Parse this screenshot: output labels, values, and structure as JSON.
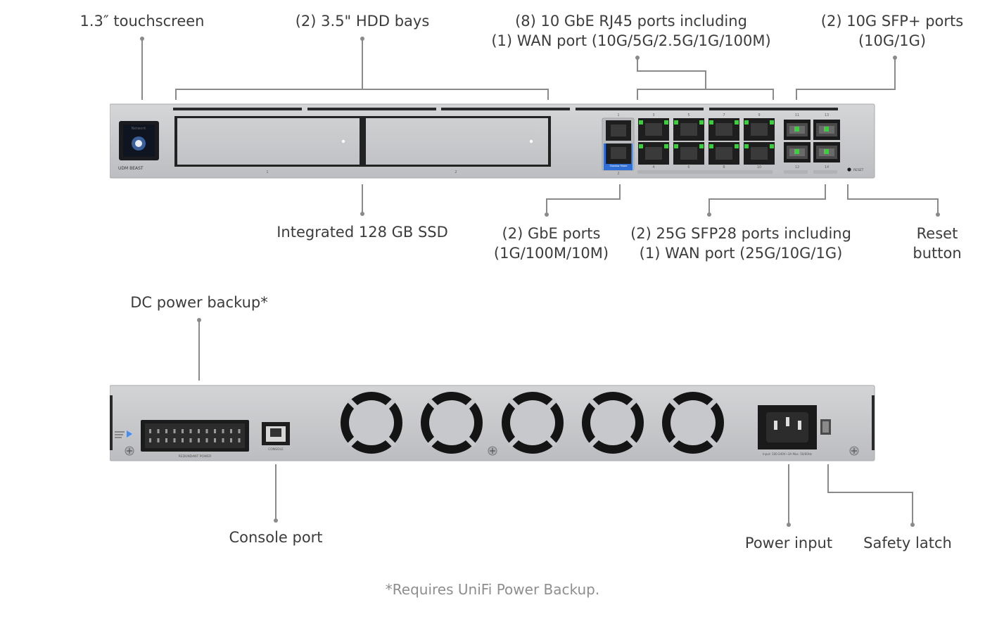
{
  "front_labels": {
    "touchscreen": "1.3″ touchscreen",
    "hdd_bays": "(2) 3.5\" HDD bays",
    "rj45_line1": "(8) 10 GbE RJ45 ports including",
    "rj45_line2": "(1) WAN port (10G/5G/2.5G/1G/100M)",
    "sfp_plus_line1": "(2) 10G SFP+ ports",
    "sfp_plus_line2": "(10G/1G)",
    "ssd": "Integrated 128 GB SSD",
    "gbe_line1": "(2) GbE ports",
    "gbe_line2": "(1G/100M/10M)",
    "sfp28_line1": "(2) 25G SFP28 ports including",
    "sfp28_line2": "(1) WAN port (25G/10G/1G)",
    "reset_line1": "Reset",
    "reset_line2": "button"
  },
  "rear_labels": {
    "dc_power": "DC power backup*",
    "console": "Console port",
    "power_input": "Power input",
    "safety_latch": "Safety latch"
  },
  "footnote": "*Requires UniFi Power Backup.",
  "device_print": {
    "model": "UDM BEAST",
    "screen_app": "Network",
    "bay_1": "1",
    "bay_2": "2",
    "shadow_mode": "Shadow Mode",
    "port_nums_top": [
      "1",
      "3",
      "5",
      "7",
      "9"
    ],
    "port_nums_bottom": [
      "2",
      "4",
      "6",
      "8",
      "10"
    ],
    "sfp_nums_top": [
      "11",
      "13"
    ],
    "sfp_nums_bottom": [
      "12",
      "14"
    ],
    "reset": "RESET",
    "redundant_power": "REDUNDANT POWER",
    "console": "CONSOLE",
    "power_rating": "Input: 100-240V~3A Max. 50/60Hz"
  },
  "colors": {
    "chassis": "#c9cacc",
    "led_green": "#3ccf3c",
    "accent_blue": "#2f6fd6"
  }
}
